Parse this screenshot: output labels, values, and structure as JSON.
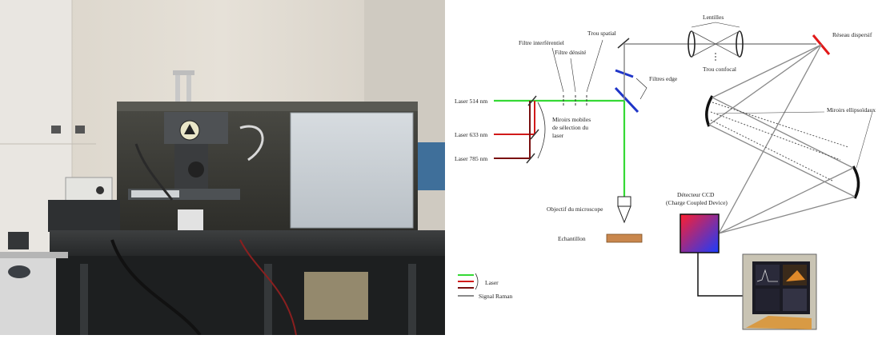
{
  "diagram": {
    "lasers": [
      {
        "label": "Laser 514 nm",
        "color": "#3ee03e"
      },
      {
        "label": "Laser 633 nm",
        "color": "#d11a1a"
      },
      {
        "label": "Laser 785 nm",
        "color": "#7a1010"
      }
    ],
    "labels": {
      "filtre_interferentiel": "Filtre interférentiel",
      "filtre_dense": "Filtre dénsité",
      "trou_spatial": "Trou spatial",
      "lentilles": "Lentilles",
      "reseau_dispersif": "Réseau dispersif",
      "trou_confocal": "Trou confocal",
      "filtres_edge": "Filtres edge",
      "miroirs_mobiles": [
        "Miroirs mobiles",
        "de sélection du",
        "laser"
      ],
      "miroirs_ellipsoidaux": "Miroirs ellipsoïdaux",
      "objectif": "Objectif du microscope",
      "echantillon": "Echantillon",
      "detecteur": [
        "Détecteur CCD",
        "(Charge Coupled Device)"
      ]
    },
    "legend": {
      "laser": "Laser",
      "signal": "Signal Raman"
    }
  }
}
